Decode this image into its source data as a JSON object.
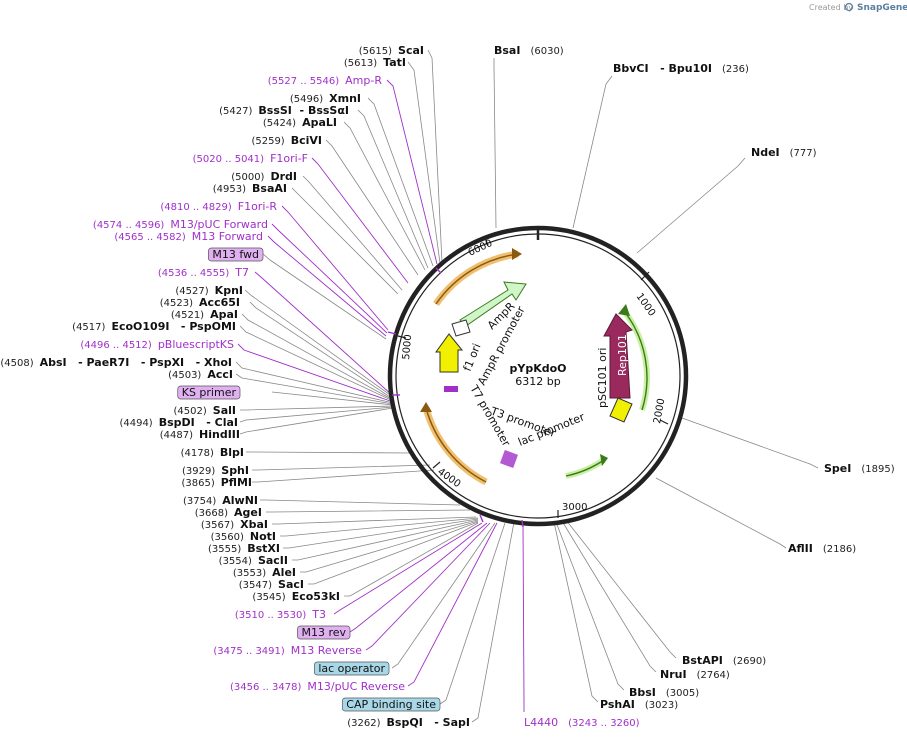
{
  "credit": {
    "prefix": "Created by",
    "brand": "SnapGene"
  },
  "plasmid": {
    "name": "pYpKdoO",
    "length": "6312 bp"
  },
  "ticks": [
    "1000",
    "2000",
    "3000",
    "4000",
    "5000",
    "6000"
  ],
  "colors": {
    "backbone": "#222222",
    "enzyme_line": "#888888",
    "feature_text": "#a030c8",
    "amp_promoter": "#d0f5c8",
    "rep101": "#9a2a5e",
    "green_arrow": "#5aa02a",
    "orange_arrow": "#f0c070",
    "yellow": "#f0f000",
    "badge_purple": "#e0b0f0",
    "badge_blue": "#a8d8e8"
  },
  "inner_labels": {
    "f1_ori": "f1 ori",
    "ampr": "AmpR",
    "ampr_promoter": "AmpR promoter",
    "t7_promoter": "T7 promoter",
    "t3_promoter": "T3 promoter",
    "lac_promoter": "lac promoter",
    "psc101_ori": "pSC101 ori",
    "rep101": "Rep101"
  },
  "left_labels": [
    {
      "pos": "(5615)",
      "name": "ScaI"
    },
    {
      "pos": "(5613)",
      "name": "TatI"
    },
    {
      "pos": "(5527 .. 5546)",
      "name": "Amp-R",
      "feature": true
    },
    {
      "pos": "(5496)",
      "name": "XmnI"
    },
    {
      "pos": "(5427)",
      "name": "BssSI  - BssSαI"
    },
    {
      "pos": "(5424)",
      "name": "ApaLI"
    },
    {
      "pos": "(5259)",
      "name": "BciVI"
    },
    {
      "pos": "(5020 .. 5041)",
      "name": "F1ori-F",
      "feature": true
    },
    {
      "pos": "(5000)",
      "name": "DrdI"
    },
    {
      "pos": "(4953)",
      "name": "BsaAI"
    },
    {
      "pos": "(4810 .. 4829)",
      "name": "F1ori-R",
      "feature": true
    },
    {
      "pos": "(4574 .. 4596)",
      "name": "M13/pUC Forward",
      "feature": true
    },
    {
      "pos": "(4565 .. 4582)",
      "name": "M13 Forward",
      "feature": true
    },
    {
      "pos": "",
      "name": "M13 fwd",
      "badge": "purple"
    },
    {
      "pos": "(4536 .. 4555)",
      "name": "T7",
      "feature": true
    },
    {
      "pos": "(4527)",
      "name": "KpnI"
    },
    {
      "pos": "(4523)",
      "name": "Acc65I"
    },
    {
      "pos": "(4521)",
      "name": "ApaI"
    },
    {
      "pos": "(4517)",
      "name": "EcoO109I   - PspOMI"
    },
    {
      "pos": "(4496 .. 4512)",
      "name": "pBluescriptKS",
      "feature": true
    },
    {
      "pos": "(4508)",
      "name": "AbsI   - PaeR7I   - PspXI   - XhoI"
    },
    {
      "pos": "(4503)",
      "name": "AccI"
    },
    {
      "pos": "",
      "name": "KS primer",
      "badge": "purple"
    },
    {
      "pos": "(4502)",
      "name": "SalI"
    },
    {
      "pos": "(4494)",
      "name": "BspDI   - ClaI"
    },
    {
      "pos": "(4487)",
      "name": "HindIII"
    },
    {
      "pos": "(4178)",
      "name": "BlpI"
    },
    {
      "pos": "(3929)",
      "name": "SphI"
    },
    {
      "pos": "(3865)",
      "name": "PflMI"
    },
    {
      "pos": "(3754)",
      "name": "AlwNI"
    },
    {
      "pos": "(3668)",
      "name": "AgeI"
    },
    {
      "pos": "(3567)",
      "name": "XbaI"
    },
    {
      "pos": "(3560)",
      "name": "NotI"
    },
    {
      "pos": "(3555)",
      "name": "BstXI"
    },
    {
      "pos": "(3554)",
      "name": "SacII"
    },
    {
      "pos": "(3553)",
      "name": "AleI"
    },
    {
      "pos": "(3547)",
      "name": "SacI"
    },
    {
      "pos": "(3545)",
      "name": "Eco53kI"
    },
    {
      "pos": "(3510 .. 3530)",
      "name": "T3",
      "feature": true
    },
    {
      "pos": "",
      "name": "M13 rev",
      "badge": "purple"
    },
    {
      "pos": "(3475 .. 3491)",
      "name": "M13 Reverse",
      "feature": true
    },
    {
      "pos": "",
      "name": "lac operator",
      "badge": "blue"
    },
    {
      "pos": "(3456 .. 3478)",
      "name": "M13/pUC Reverse",
      "feature": true
    },
    {
      "pos": "",
      "name": "CAP binding site",
      "badge": "blue"
    },
    {
      "pos": "(3262)",
      "name": "BspQI   - SapI"
    }
  ],
  "right_labels": [
    {
      "name": "BsaI",
      "pos": "(6030)"
    },
    {
      "name": "BbvCI   - Bpu10I",
      "pos": "(236)"
    },
    {
      "name": "NdeI",
      "pos": "(777)"
    },
    {
      "name": "SpeI",
      "pos": "(1895)"
    },
    {
      "name": "AflII",
      "pos": "(2186)"
    },
    {
      "name": "BstAPI",
      "pos": "(2690)"
    },
    {
      "name": "NruI",
      "pos": "(2764)"
    },
    {
      "name": "BbsI",
      "pos": "(3005)"
    },
    {
      "name": "PshAI",
      "pos": "(3023)"
    },
    {
      "name": "L4440",
      "pos": "(3243 .. 3260)",
      "feature": true
    }
  ]
}
